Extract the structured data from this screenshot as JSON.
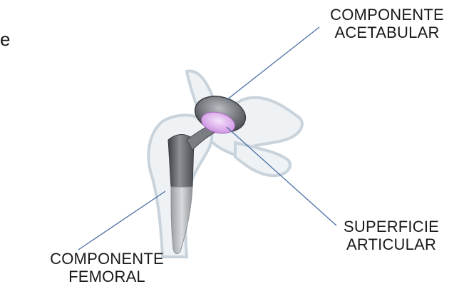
{
  "fragment_text": "e",
  "labels": {
    "acetabular": {
      "line1": "COMPONENTE",
      "line2": "ACETABULAR"
    },
    "articular": {
      "line1": "SUPERFICIE",
      "line2": "ARTICULAR"
    },
    "femoral": {
      "line1": "COMPONENTE",
      "line2": "FEMORAL"
    }
  },
  "colors": {
    "leader_line": "#4a6fa5",
    "bone_outline": "#c9d3dc",
    "bone_fill": "#eef2f5",
    "metal_dark": "#5a5e63",
    "metal_light": "#b8bcc0",
    "liner": "#d9a9e6"
  }
}
